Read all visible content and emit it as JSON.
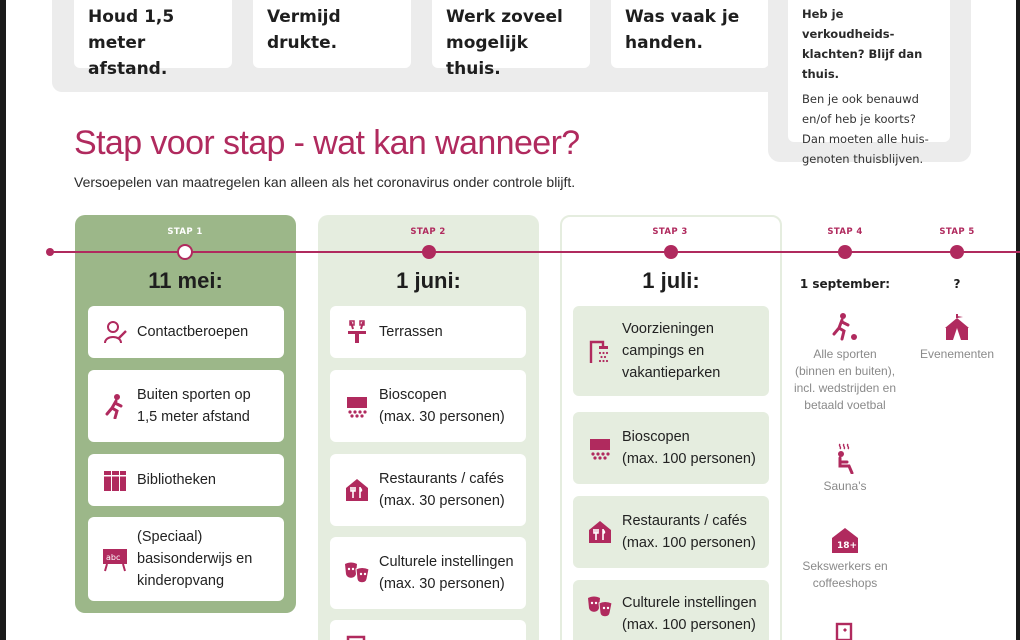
{
  "tips": [
    {
      "line1": "Houd 1,5 meter",
      "line2": "afstand."
    },
    {
      "line1": "Vermijd drukte.",
      "line2": ""
    },
    {
      "line1": "Werk zoveel",
      "line2": "mogelijk thuis."
    },
    {
      "line1": "Was vaak je",
      "line2": "handen."
    }
  ],
  "side_note": {
    "head1": "Heb je verkoudheids-",
    "head2": "klachten? Blijf dan thuis.",
    "body1": "Ben je ook benauwd",
    "body2": "en/of heb je koorts?",
    "body3": "Dan moeten alle huis-",
    "body4": "genoten thuisblijven."
  },
  "title": "Stap voor stap - wat kan wanneer?",
  "subtitle": "Versoepelen van maatregelen kan alleen als het coronavirus onder controle blijft.",
  "colors": {
    "accent": "#b02a5e",
    "step1_bg": "#9cb789",
    "step_bg_light": "#e5eddf",
    "panel_bg": "#ececec"
  },
  "steps": [
    {
      "label": "STAP 1",
      "date": "11 mei:"
    },
    {
      "label": "STAP 2",
      "date": "1 juni:"
    },
    {
      "label": "STAP 3",
      "date": "1 juli:"
    },
    {
      "label": "STAP 4",
      "date": "1 september:"
    },
    {
      "label": "STAP 5",
      "date": "?"
    }
  ],
  "step1_items": [
    {
      "icon": "contact-profession-icon",
      "line1": "Contactberoepen",
      "line2": "",
      "line3": ""
    },
    {
      "icon": "runner-icon",
      "line1": "Buiten sporten op",
      "line2": "1,5 meter afstand",
      "line3": ""
    },
    {
      "icon": "books-icon",
      "line1": "Bibliotheken",
      "line2": "",
      "line3": ""
    },
    {
      "icon": "abc-board-icon",
      "line1": "(Speciaal)",
      "line2": "basisonderwijs en",
      "line3": "kinderopvang"
    }
  ],
  "step2_items": [
    {
      "icon": "terrace-icon",
      "line1": "Terrassen",
      "line2": ""
    },
    {
      "icon": "cinema-icon",
      "line1": "Bioscopen",
      "line2": "(max. 30 personen)"
    },
    {
      "icon": "restaurant-icon",
      "line1": "Restaurants / cafés",
      "line2": "(max. 30 personen)"
    },
    {
      "icon": "theatre-masks-icon",
      "line1": "Culturele instellingen",
      "line2": "(max. 30 personen)"
    }
  ],
  "step3_items": [
    {
      "icon": "shower-icon",
      "line1": "Voorzieningen",
      "line2": "campings en",
      "line3": "vakantieparken"
    },
    {
      "icon": "cinema-icon",
      "line1": "Bioscopen",
      "line2": "(max. 100 personen)",
      "line3": ""
    },
    {
      "icon": "restaurant-icon",
      "line1": "Restaurants / cafés",
      "line2": "(max. 100 personen)",
      "line3": ""
    },
    {
      "icon": "theatre-masks-icon",
      "line1": "Culturele instellingen",
      "line2": "(max. 100 personen)",
      "line3": ""
    }
  ],
  "step4_items": [
    {
      "icon": "football-player-icon",
      "line1": "Alle sporten",
      "line2": "(binnen en buiten),",
      "line3": "incl. wedstrijden en",
      "line4": "betaald voetbal"
    },
    {
      "icon": "sauna-icon",
      "line1": "Sauna's",
      "line2": "",
      "line3": "",
      "line4": ""
    },
    {
      "icon": "eighteen-plus-icon",
      "line1": "Sekswerkers en",
      "line2": "coffeeshops",
      "line3": "",
      "line4": ""
    }
  ],
  "step4_icon_18": "18+",
  "step5_items": [
    {
      "icon": "circus-tent-icon",
      "line1": "Evenementen"
    }
  ]
}
